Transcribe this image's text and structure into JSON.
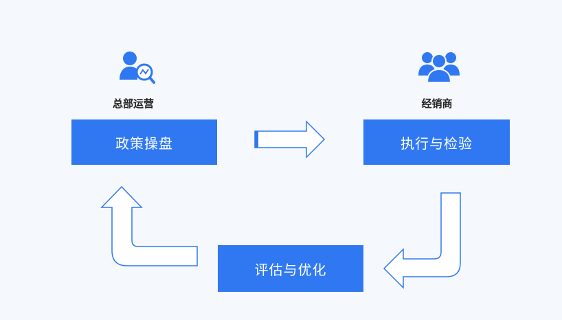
{
  "hq": {
    "label": "总部运营",
    "icon": "user-analytics-icon"
  },
  "dealer": {
    "label": "经销商",
    "icon": "group-icon"
  },
  "steps": {
    "policy": "政策操盘",
    "execute": "执行与检验",
    "evaluate": "评估与优化"
  },
  "colors": {
    "box": "#2f78f2",
    "arrow_stroke": "#2f78f2",
    "arrow_fill": "#ffffff",
    "background": "#f5f9fd"
  }
}
